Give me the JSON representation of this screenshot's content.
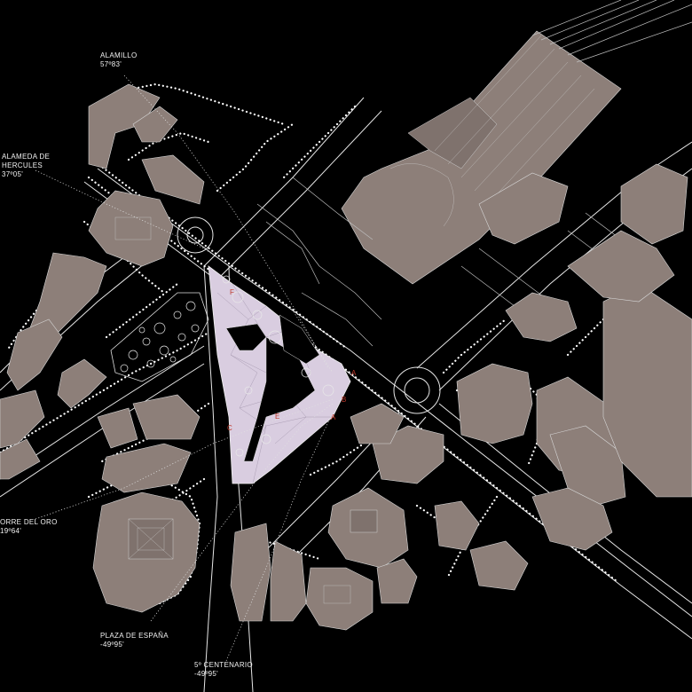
{
  "labels": {
    "alamillo": {
      "name": "ALAMILLO",
      "angle": "57º83'"
    },
    "alameda": {
      "name_line1": "ALAMEDA DE",
      "name_line2": "HERCULES",
      "angle": "37º05'"
    },
    "torre_del_oro": {
      "name": "ORRE DEL ORO",
      "angle": "19º64'"
    },
    "plaza_espana": {
      "name": "PLAZA DE ESPAÑA",
      "angle": "-49º95'"
    },
    "quinto_centenario": {
      "name": "5º CENTENARIO",
      "angle": "-49º95'"
    }
  },
  "plaza_letters": [
    "A",
    "A",
    "B",
    "C",
    "E",
    "F"
  ],
  "colors": {
    "background": "#000000",
    "building": "#8d7f79",
    "plaza": "#d9cde0",
    "lines": "#e6e6e6",
    "letters": "#c0392b"
  }
}
